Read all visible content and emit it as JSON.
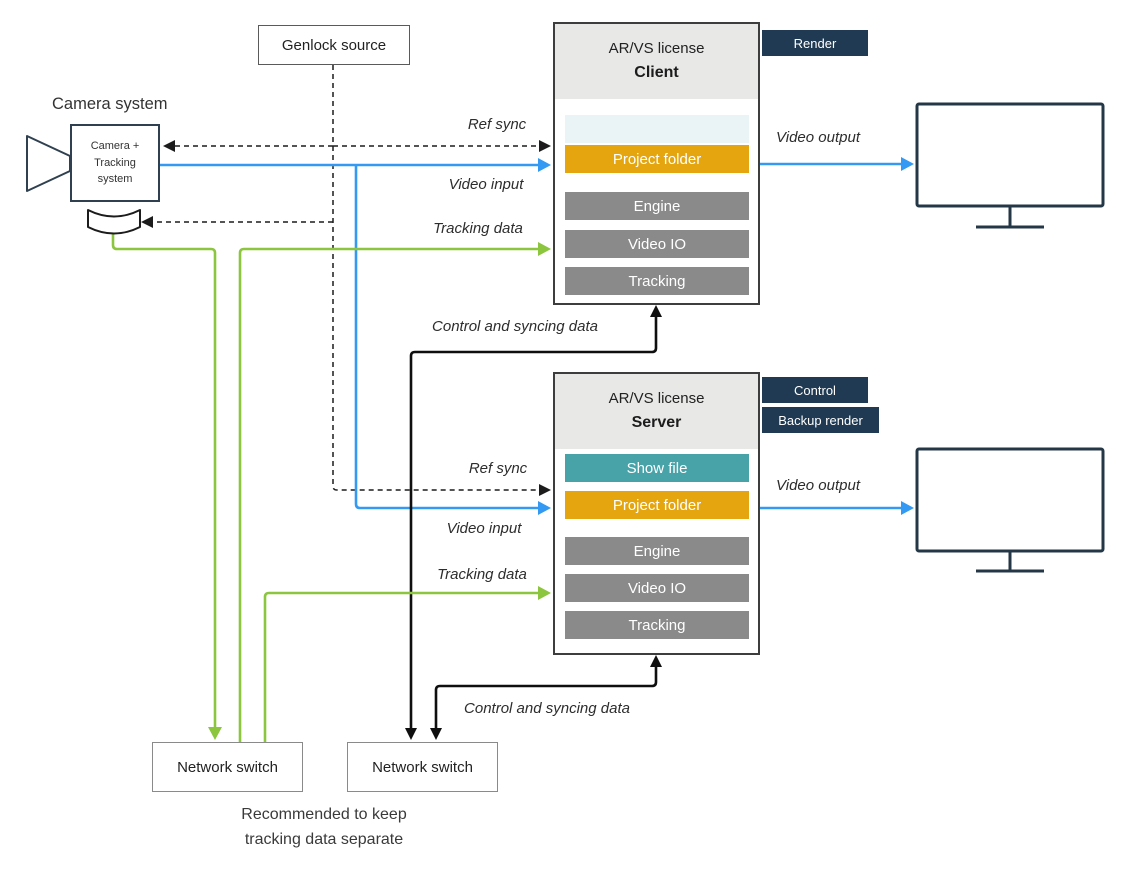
{
  "camera": {
    "title": "Camera system",
    "unit": {
      "line1": "Camera +",
      "line2": "Tracking",
      "line3": "system"
    }
  },
  "genlock": {
    "label": "Genlock source"
  },
  "client": {
    "license": "AR/VS license",
    "role": "Client",
    "badges": [
      {
        "label": "Render"
      }
    ],
    "modules": {
      "project_folder": "Project folder",
      "engine": "Engine",
      "video_io": "Video IO",
      "tracking": "Tracking"
    }
  },
  "server": {
    "license": "AR/VS license",
    "role": "Server",
    "badges": [
      {
        "label": "Control"
      },
      {
        "label": "Backup render"
      }
    ],
    "modules": {
      "show_file": "Show file",
      "project_folder": "Project folder",
      "engine": "Engine",
      "video_io": "Video IO",
      "tracking": "Tracking"
    }
  },
  "switches": {
    "left": {
      "label": "Network switch"
    },
    "right": {
      "label": "Network switch"
    }
  },
  "labels": {
    "client_ref_sync": "Ref sync",
    "client_video_input": "Video input",
    "client_tracking_data": "Tracking data",
    "client_control": "Control and syncing data",
    "client_video_output": "Video output",
    "server_ref_sync": "Ref sync",
    "server_video_input": "Video input",
    "server_tracking_data": "Tracking data",
    "server_control": "Control and syncing data",
    "server_video_output": "Video output"
  },
  "note": {
    "line1": "Recommended to keep",
    "line2": "tracking data separate"
  },
  "colors": {
    "accent_orange": "#E5A50F",
    "accent_teal": "#48A3A9",
    "module_gray": "#8A8A8A",
    "badge_navy": "#1F3A52",
    "arrow_blue": "#3399F3",
    "arrow_green": "#8CC63E",
    "placeholder_pale": "#EAF4F6"
  }
}
